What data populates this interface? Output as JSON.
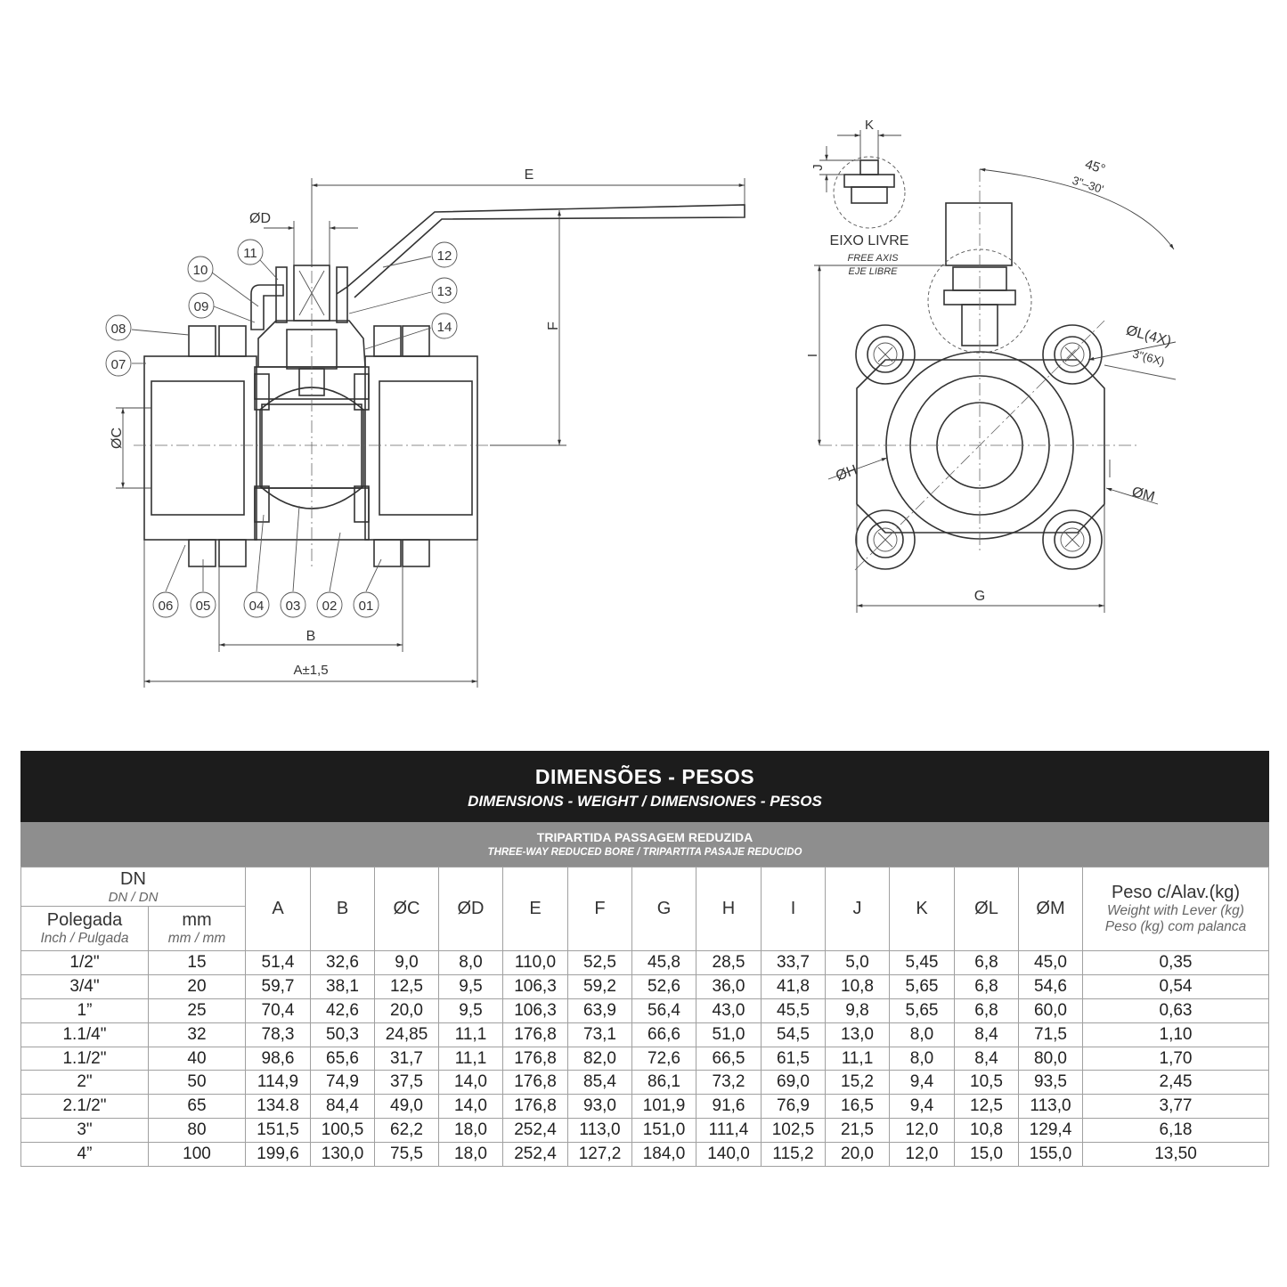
{
  "drawing": {
    "labels": {
      "E": "E",
      "D": "ØD",
      "F": "F",
      "C": "ØC",
      "B": "B",
      "A": "A±1,5",
      "K": "K",
      "J": "J",
      "I": "I",
      "G": "G",
      "H": "ØH",
      "M": "ØM",
      "L": "ØL(4X)",
      "L_alt": "3\"(6X)",
      "angle": "45°",
      "angle_alt": "3\"–30'"
    },
    "free_axis": {
      "pt": "EIXO  LIVRE",
      "en": "FREE AXIS",
      "es": "EJE LIBRE"
    },
    "callouts": [
      "01",
      "02",
      "03",
      "04",
      "05",
      "06",
      "07",
      "08",
      "09",
      "10",
      "11",
      "12",
      "13",
      "14"
    ]
  },
  "table": {
    "title": "DIMENSÕES - PESOS",
    "subtitle": "DIMENSIONS - WEIGHT  / DIMENSIONES - PESOS",
    "section": "TRIPARTIDA PASSAGEM REDUZIDA",
    "section_sub": "THREE-WAY  REDUCED BORE / TRIPARTITA PASAJE REDUCIDO",
    "dn_label": "DN",
    "dn_sub": "DN / DN",
    "inch_label": "Polegada",
    "inch_sub": "Inch / Pulgada",
    "mm_label": "mm",
    "mm_sub": "mm / mm",
    "columns": [
      "A",
      "B",
      "ØC",
      "ØD",
      "E",
      "F",
      "G",
      "H",
      "I",
      "J",
      "K",
      "ØL",
      "ØM"
    ],
    "weight_label": "Peso c/Alav.(kg)",
    "weight_sub1": "Weight with  Lever (kg)",
    "weight_sub2": "Peso (kg) com palanca",
    "rows": [
      [
        "1/2\"",
        "15",
        "51,4",
        "32,6",
        "9,0",
        "8,0",
        "110,0",
        "52,5",
        "45,8",
        "28,5",
        "33,7",
        "5,0",
        "5,45",
        "6,8",
        "45,0",
        "0,35"
      ],
      [
        "3/4\"",
        "20",
        "59,7",
        "38,1",
        "12,5",
        "9,5",
        "106,3",
        "59,2",
        "52,6",
        "36,0",
        "41,8",
        "10,8",
        "5,65",
        "6,8",
        "54,6",
        "0,54"
      ],
      [
        "1”",
        "25",
        "70,4",
        "42,6",
        "20,0",
        "9,5",
        "106,3",
        "63,9",
        "56,4",
        "43,0",
        "45,5",
        "9,8",
        "5,65",
        "6,8",
        "60,0",
        "0,63"
      ],
      [
        "1.1/4\"",
        "32",
        "78,3",
        "50,3",
        "24,85",
        "11,1",
        "176,8",
        "73,1",
        "66,6",
        "51,0",
        "54,5",
        "13,0",
        "8,0",
        "8,4",
        "71,5",
        "1,10"
      ],
      [
        "1.1/2\"",
        "40",
        "98,6",
        "65,6",
        "31,7",
        "11,1",
        "176,8",
        "82,0",
        "72,6",
        "66,5",
        "61,5",
        "11,1",
        "8,0",
        "8,4",
        "80,0",
        "1,70"
      ],
      [
        "2\"",
        "50",
        "114,9",
        "74,9",
        "37,5",
        "14,0",
        "176,8",
        "85,4",
        "86,1",
        "73,2",
        "69,0",
        "15,2",
        "9,4",
        "10,5",
        "93,5",
        "2,45"
      ],
      [
        "2.1/2\"",
        "65",
        "134.8",
        "84,4",
        "49,0",
        "14,0",
        "176,8",
        "93,0",
        "101,9",
        "91,6",
        "76,9",
        "16,5",
        "9,4",
        "12,5",
        "113,0",
        "3,77"
      ],
      [
        "3\"",
        "80",
        "151,5",
        "100,5",
        "62,2",
        "18,0",
        "252,4",
        "113,0",
        "151,0",
        "111,4",
        "102,5",
        "21,5",
        "12,0",
        "10,8",
        "129,4",
        "6,18"
      ],
      [
        "4”",
        "100",
        "199,6",
        "130,0",
        "75,5",
        "18,0",
        "252,4",
        "127,2",
        "184,0",
        "140,0",
        "115,2",
        "20,0",
        "12,0",
        "15,0",
        "155,0",
        "13,50"
      ]
    ]
  }
}
